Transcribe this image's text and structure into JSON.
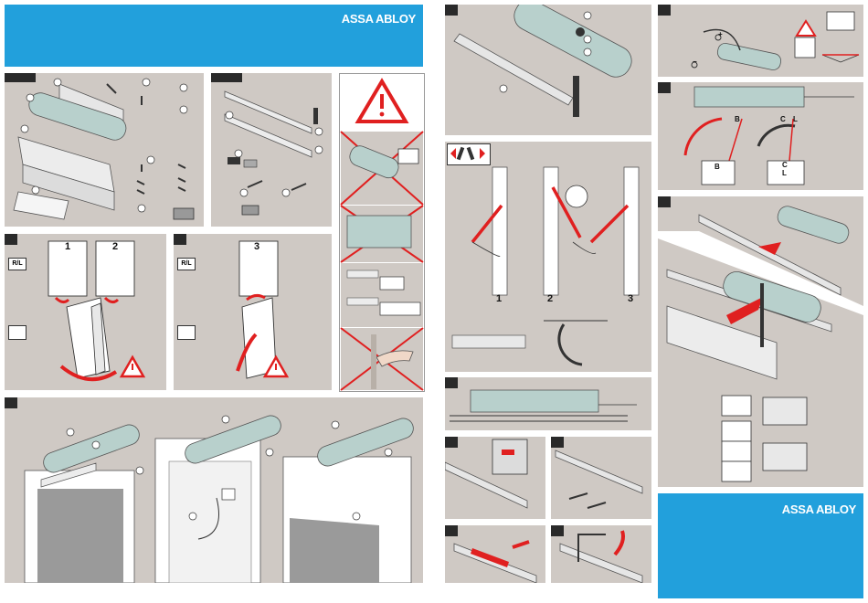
{
  "brand": {
    "name": "ASSA ABLOY"
  },
  "door_labels": {
    "rl": "R/L",
    "door_1": "1",
    "door_2": "2",
    "door_3": "3"
  },
  "arm_positions": {
    "pos_1": "1",
    "pos_2": "2",
    "pos_3": "3"
  },
  "adjust_labels": {
    "b": "B",
    "c": "C",
    "l": "L",
    "plus": "+",
    "minus": "−"
  },
  "colors": {
    "brand_blue": "#22a0dc",
    "panel": "#cfc9c4",
    "accent": "#e02020",
    "closer": "#b8d0cc"
  }
}
